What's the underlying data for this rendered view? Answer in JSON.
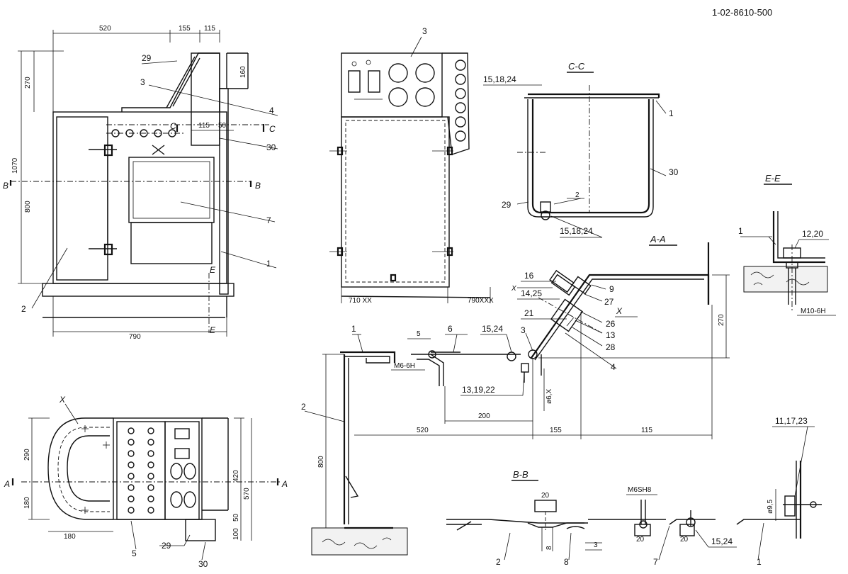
{
  "drawing_number": "1-02-8610-500",
  "sections": {
    "cc": "C-C",
    "aa": "A-A",
    "bb": "B-B",
    "ee": "E-E"
  },
  "section_marks": {
    "c_left": "C",
    "c_right": "C",
    "b_left": "B",
    "b_right": "B",
    "e_top": "E",
    "e_bottom": "E",
    "a_left": "A",
    "a_right": "A",
    "x_mark": "X",
    "x_right": "X",
    "x_left": "X"
  },
  "front_view": {
    "dims": {
      "d520": "520",
      "d155": "155",
      "d115_top": "115",
      "d270": "270",
      "d160": "160",
      "d1070": "1070",
      "d800": "800",
      "d115_mid": "115",
      "d50": "50",
      "d790": "790"
    },
    "labels": {
      "l29": "29",
      "l3": "3",
      "l4": "4",
      "l30": "30",
      "l7": "7",
      "l1": "1",
      "l2": "2"
    }
  },
  "middle_view": {
    "dims": {
      "d710": "710 XX",
      "d790": "790XXX"
    },
    "labels": {
      "l3": "3"
    }
  },
  "section_cc": {
    "labels": {
      "l15_top": "15,18,24",
      "l1": "1",
      "l30": "30",
      "l29": "29",
      "l15_bot": "15,18,24",
      "weld": "2"
    }
  },
  "section_ee": {
    "labels": {
      "l1": "1",
      "l12": "12,20",
      "thread": "M10-6H"
    }
  },
  "section_aa": {
    "labels": {
      "l16": "16",
      "l9": "9",
      "l14": "14,25",
      "l27": "27",
      "l21": "21",
      "l26": "26",
      "l13": "13",
      "l28": "28",
      "l4": "4",
      "l3": "3",
      "l15": "15,24",
      "l6": "6",
      "l1": "1",
      "l2": "2",
      "l13b": "13,19,22",
      "thread": "M6-6H"
    },
    "dims": {
      "d5": "5",
      "d270": "270",
      "d800": "800",
      "d200": "200",
      "d520": "520",
      "d155": "155",
      "d115": "115",
      "d6": "ø6,X"
    }
  },
  "plan_view": {
    "dims": {
      "d290": "290",
      "d180_v": "180",
      "d180_h": "180",
      "d420": "420",
      "d570": "570",
      "d50": "50",
      "d100": "100"
    },
    "labels": {
      "l5": "5",
      "l29": "29",
      "l30": "30"
    }
  },
  "section_bb": {
    "labels": {
      "l2": "2",
      "l8": "8",
      "l7": "7",
      "l15": "15,24",
      "l1": "1",
      "l11": "11,17,23",
      "thread": "M6SH8"
    },
    "dims": {
      "d20_a": "20",
      "d8": "8",
      "d3": "3",
      "d20_b": "20",
      "d20_c": "20",
      "d95": "ø9,5"
    }
  }
}
